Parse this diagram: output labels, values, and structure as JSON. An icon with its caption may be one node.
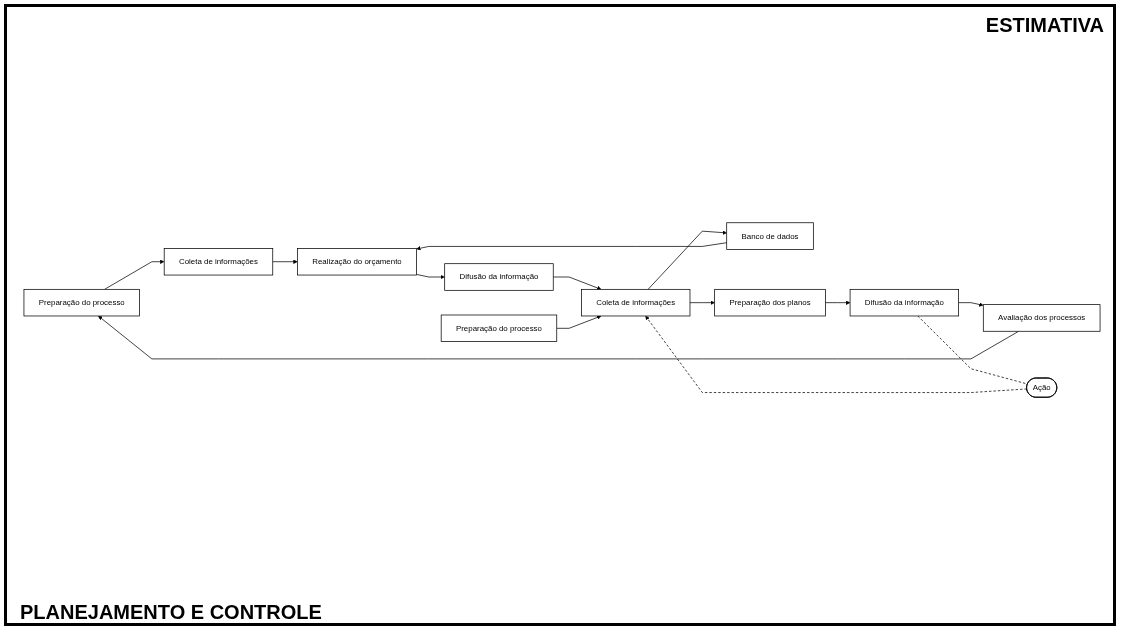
{
  "diagram": {
    "nodes": [
      {
        "text": [
          "Preparação do processo"
        ]
      },
      {
        "text": [
          "Coleta de informações"
        ]
      },
      {
        "text": [
          "Banco de dados"
        ]
      },
      {
        "text": [
          "Realização do orçamento"
        ]
      },
      {
        "text": [
          "Avaliação dos processos"
        ]
      },
      {
        "text": [
          "Difusão da informação"
        ]
      },
      {
        "text": [
          "Preparação do processo"
        ]
      },
      {
        "text": [
          "Coleta de informações"
        ]
      },
      {
        "text": [
          "Preparação dos planos"
        ]
      },
      {
        "text": [
          "Difusão da informação"
        ]
      },
      {
        "text": [
          "Ação"
        ]
      }
    ],
    "edges": [
      {
        "from": 4,
        "to": 0,
        "arrow": "to"
      },
      {
        "from": 0,
        "to": 1,
        "arrow": "to"
      },
      {
        "from": 1,
        "to": 3,
        "arrow": "to"
      },
      {
        "from": 2,
        "to": 3,
        "arrow": "to"
      },
      {
        "from": 3,
        "to": 5,
        "arrow": "to"
      },
      {
        "from": 5,
        "to": 7,
        "arrow": "to"
      },
      {
        "from": 6,
        "to": 7,
        "arrow": "to"
      },
      {
        "from": 7,
        "to": 2,
        "arrow": "to"
      },
      {
        "from": 7,
        "to": 8,
        "arrow": "to"
      },
      {
        "from": 8,
        "to": 9,
        "arrow": "to"
      },
      {
        "from": 9,
        "to": 4,
        "arrow": "to"
      },
      {
        "from": 9,
        "to": 10,
        "arrow": "none",
        "style": "dashed"
      },
      {
        "from": 10,
        "to": 7,
        "arrow": "to",
        "style": "dashed"
      }
    ],
    "labels": [
      "ESTIMATIVA",
      "PLANEJAMENTO E CONTROLE"
    ]
  }
}
